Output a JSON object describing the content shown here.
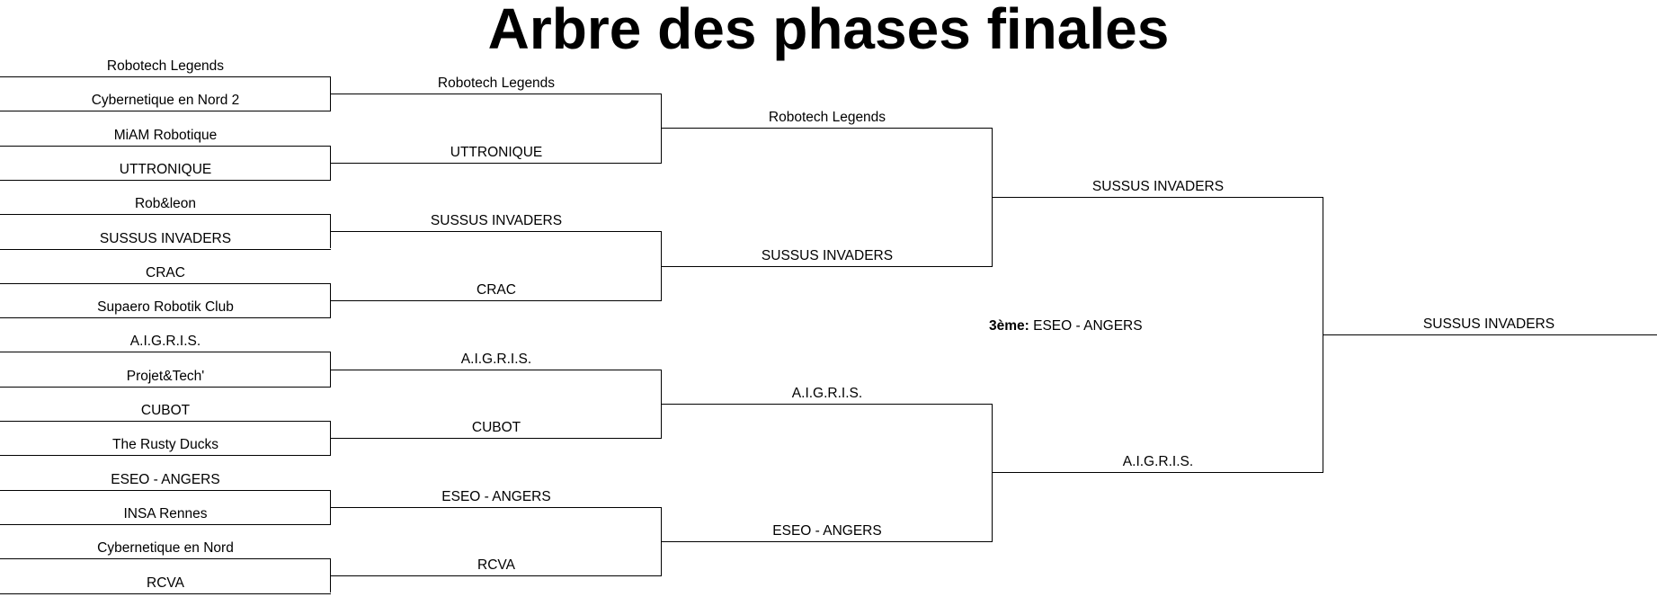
{
  "title": "Arbre des phases finales",
  "rounds": [
    {
      "matches": [
        [
          "Robotech Legends",
          "Cybernetique en Nord 2"
        ],
        [
          "MiAM Robotique",
          "UTTRONIQUE"
        ],
        [
          "Rob&leon",
          "SUSSUS INVADERS"
        ],
        [
          "CRAC",
          "Supaero Robotik Club"
        ],
        [
          "A.I.G.R.I.S.",
          "Projet&Tech'"
        ],
        [
          "CUBOT",
          "The Rusty Ducks"
        ],
        [
          "ESEO - ANGERS",
          "INSA Rennes"
        ],
        [
          "Cybernetique en Nord",
          "RCVA"
        ]
      ]
    },
    {
      "matches": [
        [
          "Robotech Legends",
          "UTTRONIQUE"
        ],
        [
          "SUSSUS INVADERS",
          "CRAC"
        ],
        [
          "A.I.G.R.I.S.",
          "CUBOT"
        ],
        [
          "ESEO - ANGERS",
          "RCVA"
        ]
      ]
    },
    {
      "matches": [
        [
          "Robotech Legends",
          "SUSSUS INVADERS"
        ],
        [
          "A.I.G.R.I.S.",
          "ESEO - ANGERS"
        ]
      ]
    },
    {
      "matches": [
        [
          "SUSSUS INVADERS",
          "A.I.G.R.I.S."
        ]
      ]
    }
  ],
  "champion": "SUSSUS INVADERS",
  "third_place": {
    "label": "3ème:",
    "team": "ESEO - ANGERS"
  }
}
